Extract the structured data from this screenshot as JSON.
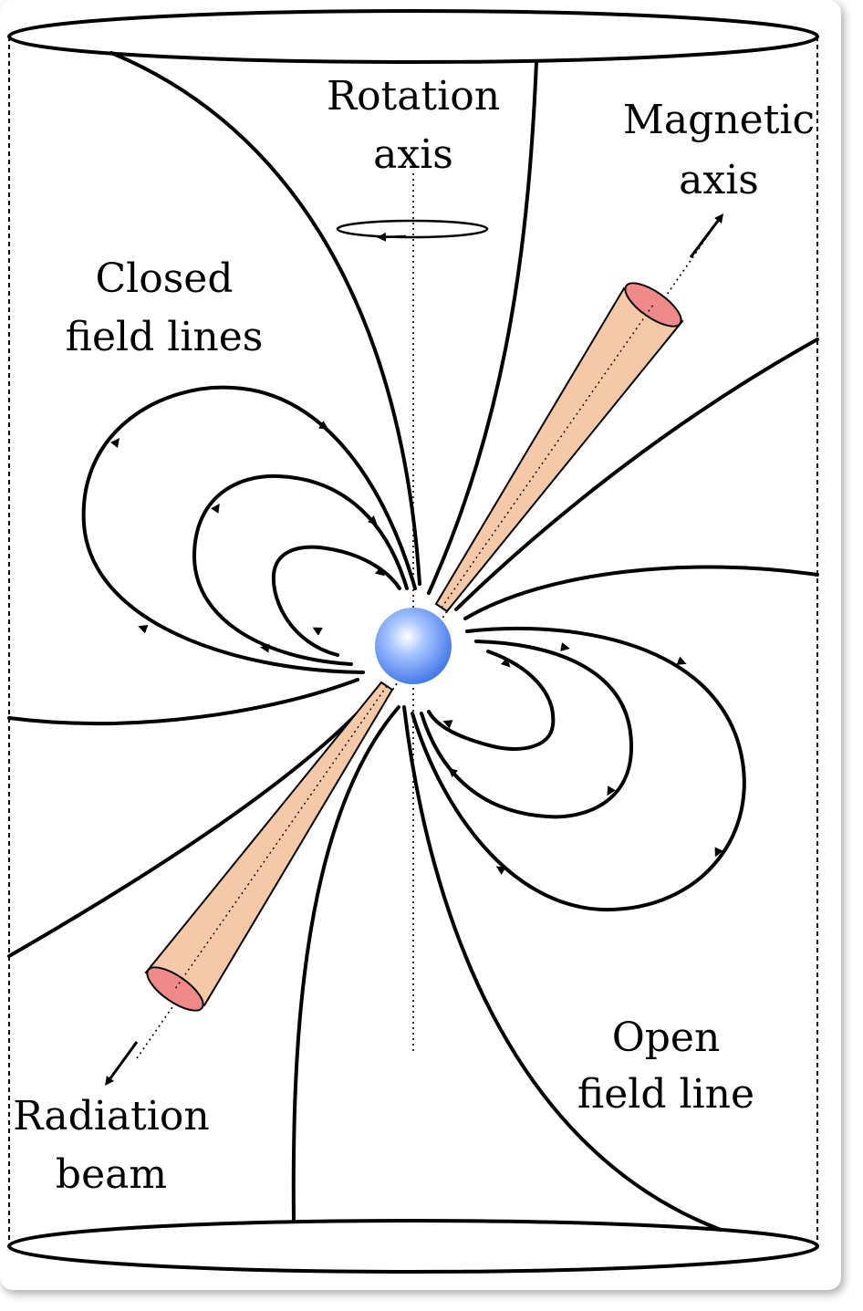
{
  "labels": {
    "rotation_axis_line1": "Rotation",
    "rotation_axis_line2": "axis",
    "magnetic_axis_line1": "Magnetic",
    "magnetic_axis_line2": "axis",
    "closed_field_line1": "Closed",
    "closed_field_line2": "field lines",
    "radiation_beam_line1": "Radiation",
    "radiation_beam_line2": "beam",
    "open_field_line1": "Open",
    "open_field_line2": "field line"
  },
  "colors": {
    "star": "#5b8ff0",
    "beam": "#f5c9a8",
    "beam_cap": "#f08a8a",
    "lines": "#000000"
  }
}
